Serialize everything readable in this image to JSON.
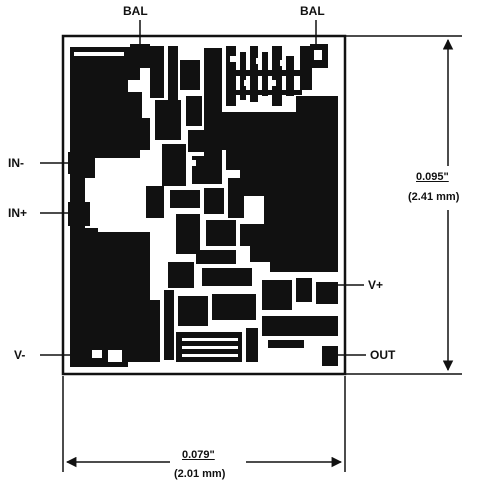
{
  "colors": {
    "metal": "#111111",
    "background": "#ffffff",
    "line": "#111111"
  },
  "pins": {
    "bal_left": "BAL",
    "bal_right": "BAL",
    "in_minus": "IN-",
    "in_plus": "IN+",
    "v_plus": "V+",
    "v_minus": "V-",
    "out": "OUT"
  },
  "dimensions": {
    "height_in": "0.095\"",
    "height_mm": "(2.41 mm)",
    "width_in": "0.079\"",
    "width_mm": "(2.01 mm)"
  }
}
